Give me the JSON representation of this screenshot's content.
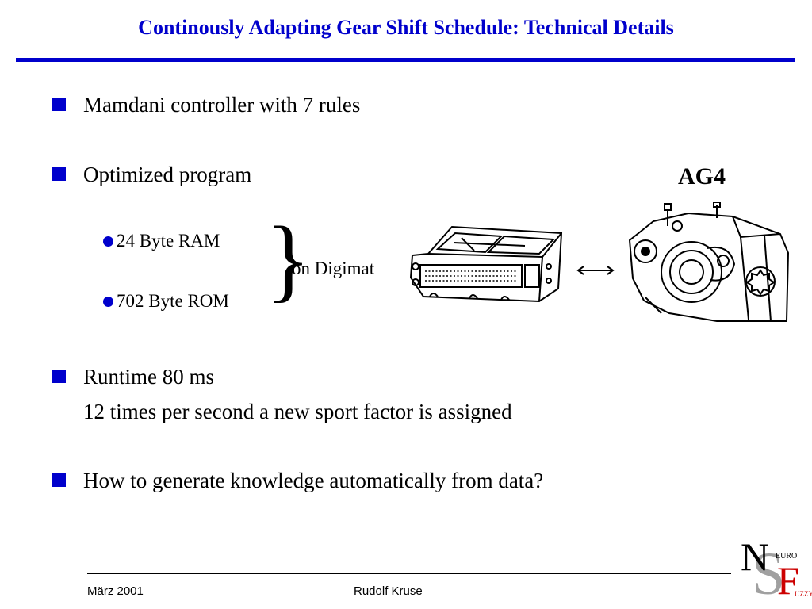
{
  "slide": {
    "title": "Continously Adapting Gear Shift Schedule: Technical Details"
  },
  "bullets": [
    {
      "text": "Mamdani controller with 7 rules"
    },
    {
      "text": "Optimized program"
    },
    {
      "line1": "Runtime 80 ms",
      "line2": "12 times per second a new sport factor is assigned"
    },
    {
      "text": "How to generate knowledge automatically from data?"
    }
  ],
  "sub_bullets": [
    {
      "text": "24 Byte RAM"
    },
    {
      "text": "702 Byte ROM"
    }
  ],
  "brace_note": {
    "symbol": "}",
    "text": "on Digimat"
  },
  "figure": {
    "transmission_label": "AG4",
    "left_image": "control-unit-illustration",
    "right_image": "transmission-illustration",
    "connector": "double-arrow-icon"
  },
  "logo": {
    "letter_n": "N",
    "letter_s": "S",
    "letter_f": "F",
    "text_euro": "EURO",
    "text_uzzy": "UZZY"
  },
  "footer": {
    "date": "März 2001",
    "author": "Rudolf Kruse"
  },
  "colors": {
    "accent": "#0000CC",
    "logo_gray": "#A0A0A0",
    "logo_red": "#CC0000"
  }
}
